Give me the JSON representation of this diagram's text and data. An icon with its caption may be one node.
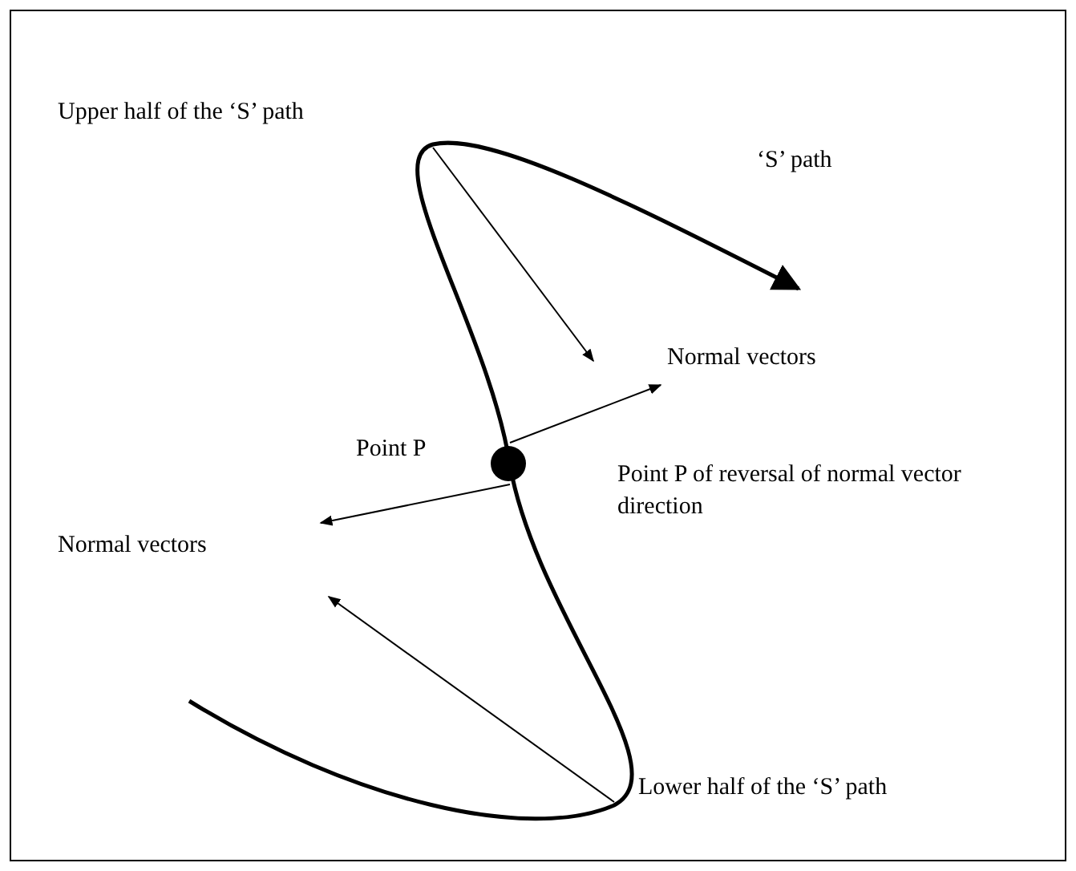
{
  "diagram": {
    "labels": [
      "Upper half of the ‘S’ path",
      "‘S’ path",
      "Normal vectors",
      "Point P",
      "Point P of reversal of normal vector direction",
      "Normal vectors",
      "Lower half of the ‘S’ path"
    ]
  }
}
